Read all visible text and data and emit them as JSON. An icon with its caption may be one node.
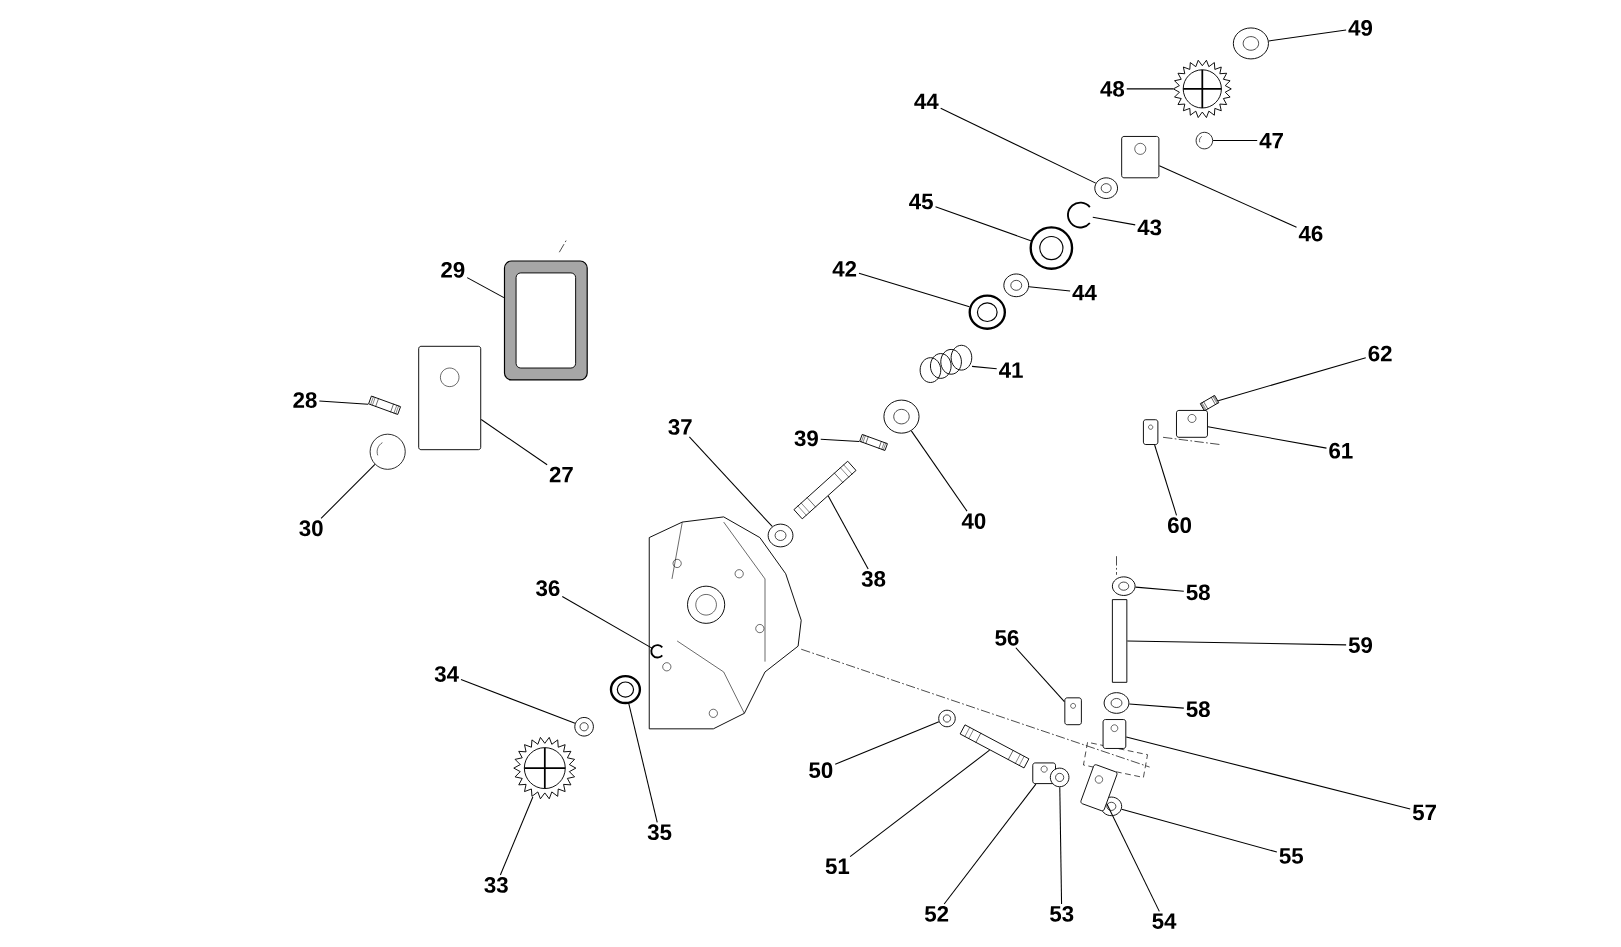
{
  "diagram": {
    "nodes": [
      {
        "text": [
          "49"
        ]
      },
      {
        "text": [],
        "shape": "picture"
      },
      {
        "text": [
          "48"
        ]
      },
      {
        "text": [],
        "shape": "picture"
      },
      {
        "text": [
          "44"
        ]
      },
      {
        "text": [],
        "shape": "picture"
      },
      {
        "text": [
          "47"
        ]
      },
      {
        "text": [],
        "shape": "picture"
      },
      {
        "text": [
          "45"
        ]
      },
      {
        "text": [],
        "shape": "picture"
      },
      {
        "text": [
          "43"
        ]
      },
      {
        "text": [],
        "shape": "picture"
      },
      {
        "text": [
          "46"
        ]
      },
      {
        "text": [],
        "shape": "picture"
      },
      {
        "text": [
          "29"
        ]
      },
      {
        "text": [],
        "shape": "picture"
      },
      {
        "text": [
          "42"
        ]
      },
      {
        "text": [],
        "shape": "picture"
      },
      {
        "text": [
          "44"
        ]
      },
      {
        "text": [],
        "shape": "picture"
      },
      {
        "text": [
          "62"
        ]
      },
      {
        "text": [],
        "shape": "picture"
      },
      {
        "text": [
          "41"
        ]
      },
      {
        "text": [],
        "shape": "picture"
      },
      {
        "text": [
          "28"
        ]
      },
      {
        "text": [],
        "shape": "picture"
      },
      {
        "text": [
          "37"
        ]
      },
      {
        "text": [],
        "shape": "picture"
      },
      {
        "text": [
          "39"
        ]
      },
      {
        "text": [],
        "shape": "picture"
      },
      {
        "text": [
          "61"
        ]
      },
      {
        "text": [],
        "shape": "picture"
      },
      {
        "text": [
          "27"
        ]
      },
      {
        "text": [],
        "shape": "picture"
      },
      {
        "text": [
          "40"
        ]
      },
      {
        "text": [],
        "shape": "picture"
      },
      {
        "text": [
          "60"
        ]
      },
      {
        "text": [],
        "shape": "picture"
      },
      {
        "text": [
          "30"
        ]
      },
      {
        "text": [],
        "shape": "picture"
      },
      {
        "text": [
          "38"
        ]
      },
      {
        "text": [],
        "shape": "picture"
      },
      {
        "text": [
          "36"
        ]
      },
      {
        "text": [],
        "shape": "picture"
      },
      {
        "text": [
          "58"
        ]
      },
      {
        "text": [],
        "shape": "picture"
      },
      {
        "text": [
          "56"
        ]
      },
      {
        "text": [],
        "shape": "picture"
      },
      {
        "text": [
          "59"
        ]
      },
      {
        "text": [],
        "shape": "bar"
      },
      {
        "text": [
          "34"
        ]
      },
      {
        "text": [],
        "shape": "picture"
      },
      {
        "text": [
          "58"
        ]
      },
      {
        "text": [],
        "shape": "picture"
      },
      {
        "text": [
          "50"
        ]
      },
      {
        "text": [],
        "shape": "picture"
      },
      {
        "text": [
          "57"
        ]
      },
      {
        "text": [],
        "shape": "picture"
      },
      {
        "text": [
          "35"
        ]
      },
      {
        "text": [],
        "shape": "picture"
      },
      {
        "text": [
          "55"
        ]
      },
      {
        "text": [],
        "shape": "picture"
      },
      {
        "text": [
          "51"
        ]
      },
      {
        "text": [],
        "shape": "picture"
      },
      {
        "text": [
          "33"
        ]
      },
      {
        "text": [],
        "shape": "picture"
      },
      {
        "text": [
          "52"
        ]
      },
      {
        "text": [],
        "shape": "picture"
      },
      {
        "text": [
          "53"
        ]
      },
      {
        "text": [],
        "shape": "picture"
      },
      {
        "text": [
          "54"
        ]
      },
      {
        "text": [],
        "shape": "picture"
      }
    ],
    "edges": [
      {
        "from": 0,
        "to": 1,
        "arrow": "none"
      },
      {
        "from": 2,
        "to": 3,
        "arrow": "none"
      },
      {
        "from": 4,
        "to": 5,
        "arrow": "none"
      },
      {
        "from": 6,
        "to": 7,
        "arrow": "none"
      },
      {
        "from": 8,
        "to": 9,
        "arrow": "none"
      },
      {
        "from": 10,
        "to": 11,
        "arrow": "none"
      },
      {
        "from": 12,
        "to": 13,
        "arrow": "none"
      },
      {
        "from": 14,
        "to": 15,
        "arrow": "none"
      },
      {
        "from": 16,
        "to": 17,
        "arrow": "none"
      },
      {
        "from": 18,
        "to": 19,
        "arrow": "none"
      },
      {
        "from": 20,
        "to": 21,
        "arrow": "none"
      },
      {
        "from": 22,
        "to": 23,
        "arrow": "none"
      },
      {
        "from": 24,
        "to": 25,
        "arrow": "none"
      },
      {
        "from": 26,
        "to": 27,
        "arrow": "none"
      },
      {
        "from": 28,
        "to": 29,
        "arrow": "none"
      },
      {
        "from": 30,
        "to": 31,
        "arrow": "none"
      },
      {
        "from": 32,
        "to": 33,
        "arrow": "none"
      },
      {
        "from": 34,
        "to": 35,
        "arrow": "none"
      },
      {
        "from": 36,
        "to": 37,
        "arrow": "none"
      },
      {
        "from": 38,
        "to": 39,
        "arrow": "none"
      },
      {
        "from": 40,
        "to": 41,
        "arrow": "none"
      },
      {
        "from": 42,
        "to": 43,
        "arrow": "none"
      },
      {
        "from": 44,
        "to": 45,
        "arrow": "none"
      },
      {
        "from": 46,
        "to": 47,
        "arrow": "none"
      },
      {
        "from": 48,
        "to": 49,
        "arrow": "none"
      },
      {
        "from": 50,
        "to": 51,
        "arrow": "none"
      },
      {
        "from": 52,
        "to": 53,
        "arrow": "none"
      },
      {
        "from": 54,
        "to": 55,
        "arrow": "none"
      },
      {
        "from": 56,
        "to": 57,
        "arrow": "none"
      },
      {
        "from": 58,
        "to": 59,
        "arrow": "none"
      },
      {
        "from": 60,
        "to": 61,
        "arrow": "none"
      },
      {
        "from": 62,
        "to": 63,
        "arrow": "none"
      },
      {
        "from": 64,
        "to": 65,
        "arrow": "none"
      },
      {
        "from": 66,
        "to": 67,
        "arrow": "none"
      },
      {
        "from": 68,
        "to": 69,
        "arrow": "none"
      },
      {
        "from": 70,
        "to": 71,
        "arrow": "none"
      }
    ]
  }
}
